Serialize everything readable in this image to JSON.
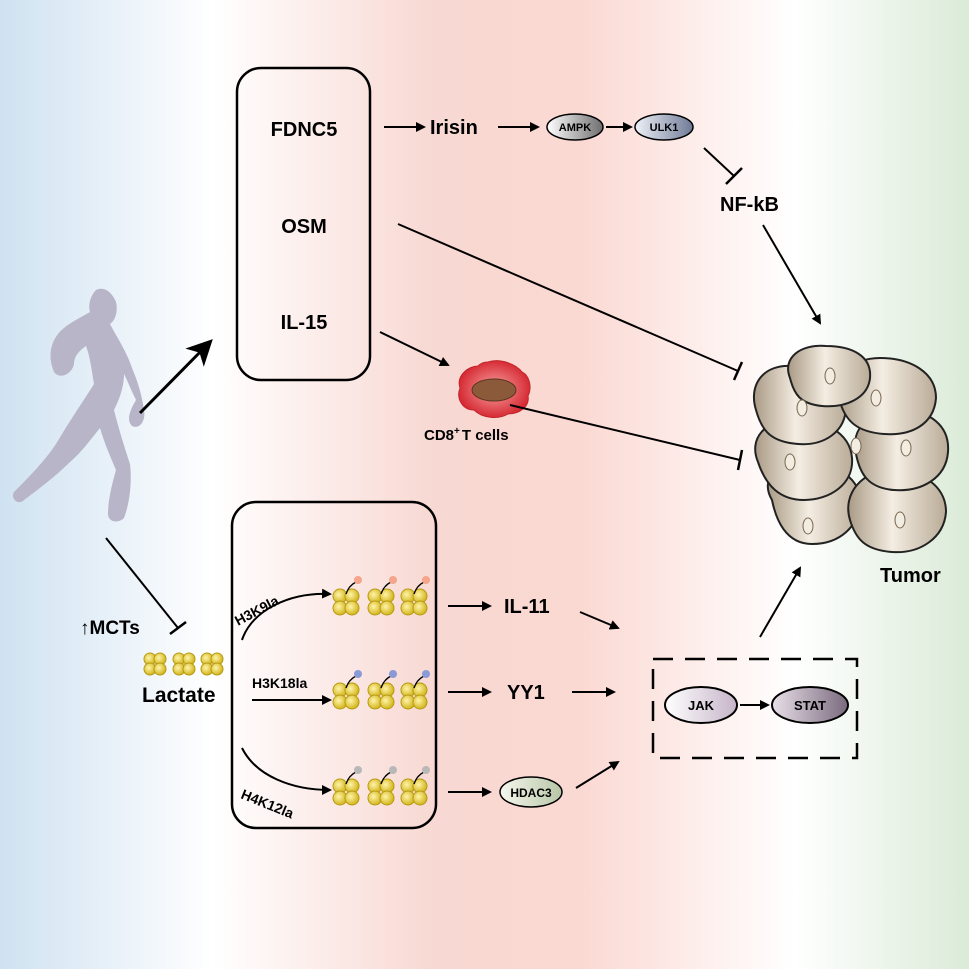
{
  "myokines": {
    "fdnc5": "FDNC5",
    "osm": "OSM",
    "il15": "IL-15"
  },
  "irisin_pathway": {
    "irisin": "Irisin",
    "ampk": "AMPK",
    "ulk1": "ULK1",
    "nfkb": "NF-kB"
  },
  "immune": {
    "cd8_prefix": "CD8",
    "cd8_sup": "+",
    "cd8_suffix": "T cells"
  },
  "tumor": {
    "label": "Tumor"
  },
  "lactate": {
    "mcts": "↑MCTs",
    "label": "Lactate"
  },
  "histone_marks": {
    "h3k9la": "H3K9la",
    "h3k18la": "H3K18la",
    "h4k12la": "H4K12la"
  },
  "targets": {
    "il11": "IL-11",
    "yy1": "YY1",
    "hdac3": "HDAC3"
  },
  "jak_stat": {
    "jak": "JAK",
    "stat": "STAT"
  },
  "colors": {
    "nucleosome": "#e6cc3c",
    "h3k9_mark": "#f4a58a",
    "h3k18_mark": "#8a9ad6",
    "h4k12_mark": "#b8b8b8",
    "tumor_cell": "#d8cbb8",
    "runner": "#b8b5c8",
    "cd8_cell": "#d9393d"
  }
}
